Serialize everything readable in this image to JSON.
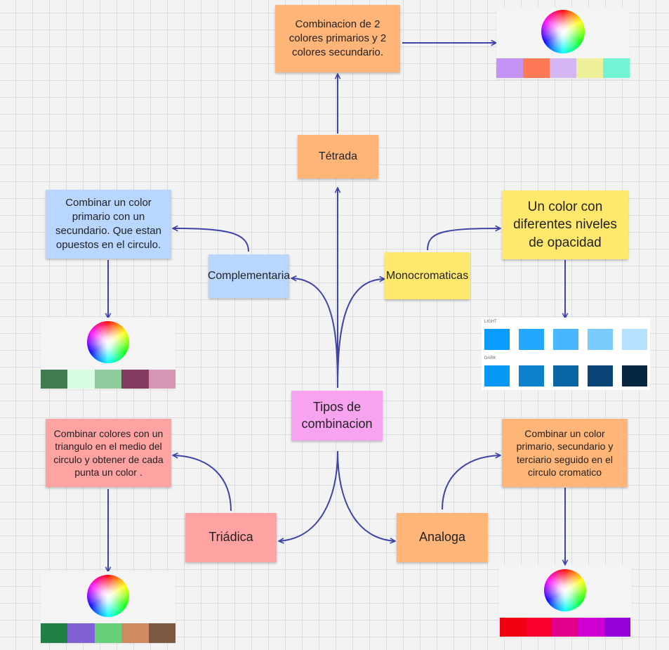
{
  "nodes": {
    "center": "Tipos de combinacion",
    "tetrada": "Tétrada",
    "tetrada_desc": "Combinacion de 2 colores primarios y 2 colores secundario.",
    "complementaria": "Complementaria",
    "complementaria_desc": "Combinar un color primario con un secundario. Que estan opuestos en el circulo.",
    "monocromaticas": "Monocromaticas",
    "monocromaticas_desc": "Un color con diferentes niveles de opacidad",
    "triadica": "Triádica",
    "triadica_desc": "Combinar colores con un triangulo en el medio del circulo y obtener de cada punta un color .",
    "analoga": "Analoga",
    "analoga_desc": "Combinar un color primario, secundario y terciario seguido en el circulo cromatico"
  },
  "palettes": {
    "tetrada": [
      "#c394f4",
      "#ff7a55",
      "#d4b6f3",
      "#eef19a",
      "#72f4d4"
    ],
    "complementaria": [
      "#3f7c52",
      "#d9fde0",
      "#8ecc9e",
      "#853a5f",
      "#d496b4"
    ],
    "triadica": [
      "#238044",
      "#8060d2",
      "#66d07a",
      "#d18a60",
      "#7c5843"
    ],
    "analoga": [
      "#f10011",
      "#f7002e",
      "#e0008d",
      "#cf00d4",
      "#9700d8"
    ]
  },
  "monocromatic_panel": {
    "light_label": "LIGHT",
    "dark_label": "DARK",
    "light": [
      "#0a9cff",
      "#22a8ff",
      "#48b7ff",
      "#7ccbff",
      "#b5e0ff"
    ],
    "dark": [
      "#0798f5",
      "#0c82cf",
      "#0a65a4",
      "#084576",
      "#072741"
    ]
  },
  "colors": {
    "arrow": "#3e43a8"
  }
}
